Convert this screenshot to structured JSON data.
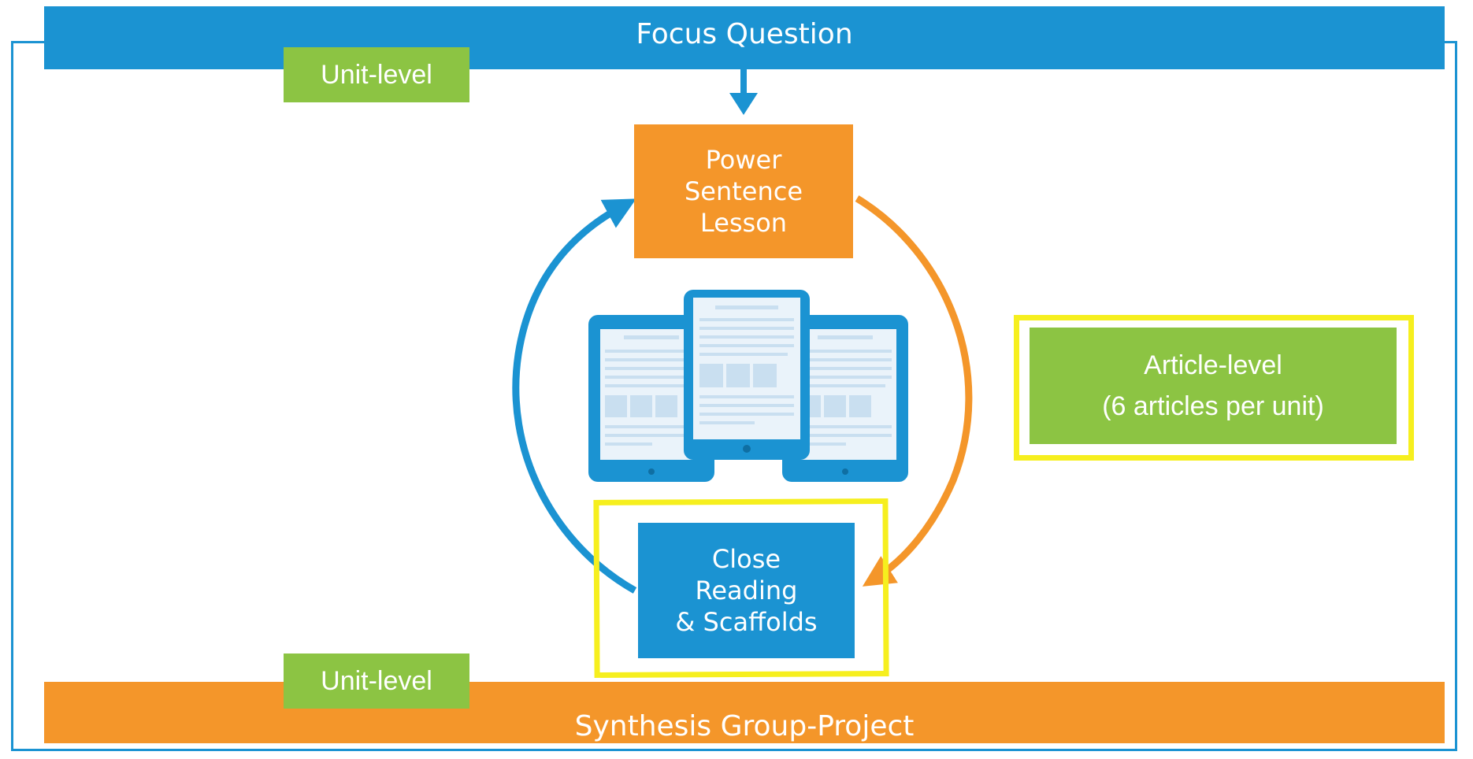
{
  "focus_question": "Focus Question",
  "synthesis": "Synthesis Group-Project",
  "unit_label_top": "Unit-level",
  "unit_label_bottom": "Unit-level",
  "power_node": [
    "Power",
    "Sentence",
    "Lesson"
  ],
  "close_node": [
    "Close",
    "Reading",
    "& Scaffolds"
  ],
  "article_level": [
    "Article-level",
    "(6 articles per unit)"
  ],
  "colors": {
    "blue": "#1b93d2",
    "orange": "#f4962a",
    "green": "#8cc443",
    "highlight": "#f6ef1e",
    "device_screen": "#eaf3fa"
  },
  "icons": [
    "down-arrow-icon",
    "clockwise-arrow-icon",
    "counterclockwise-arrow-icon",
    "tablet-icon"
  ]
}
